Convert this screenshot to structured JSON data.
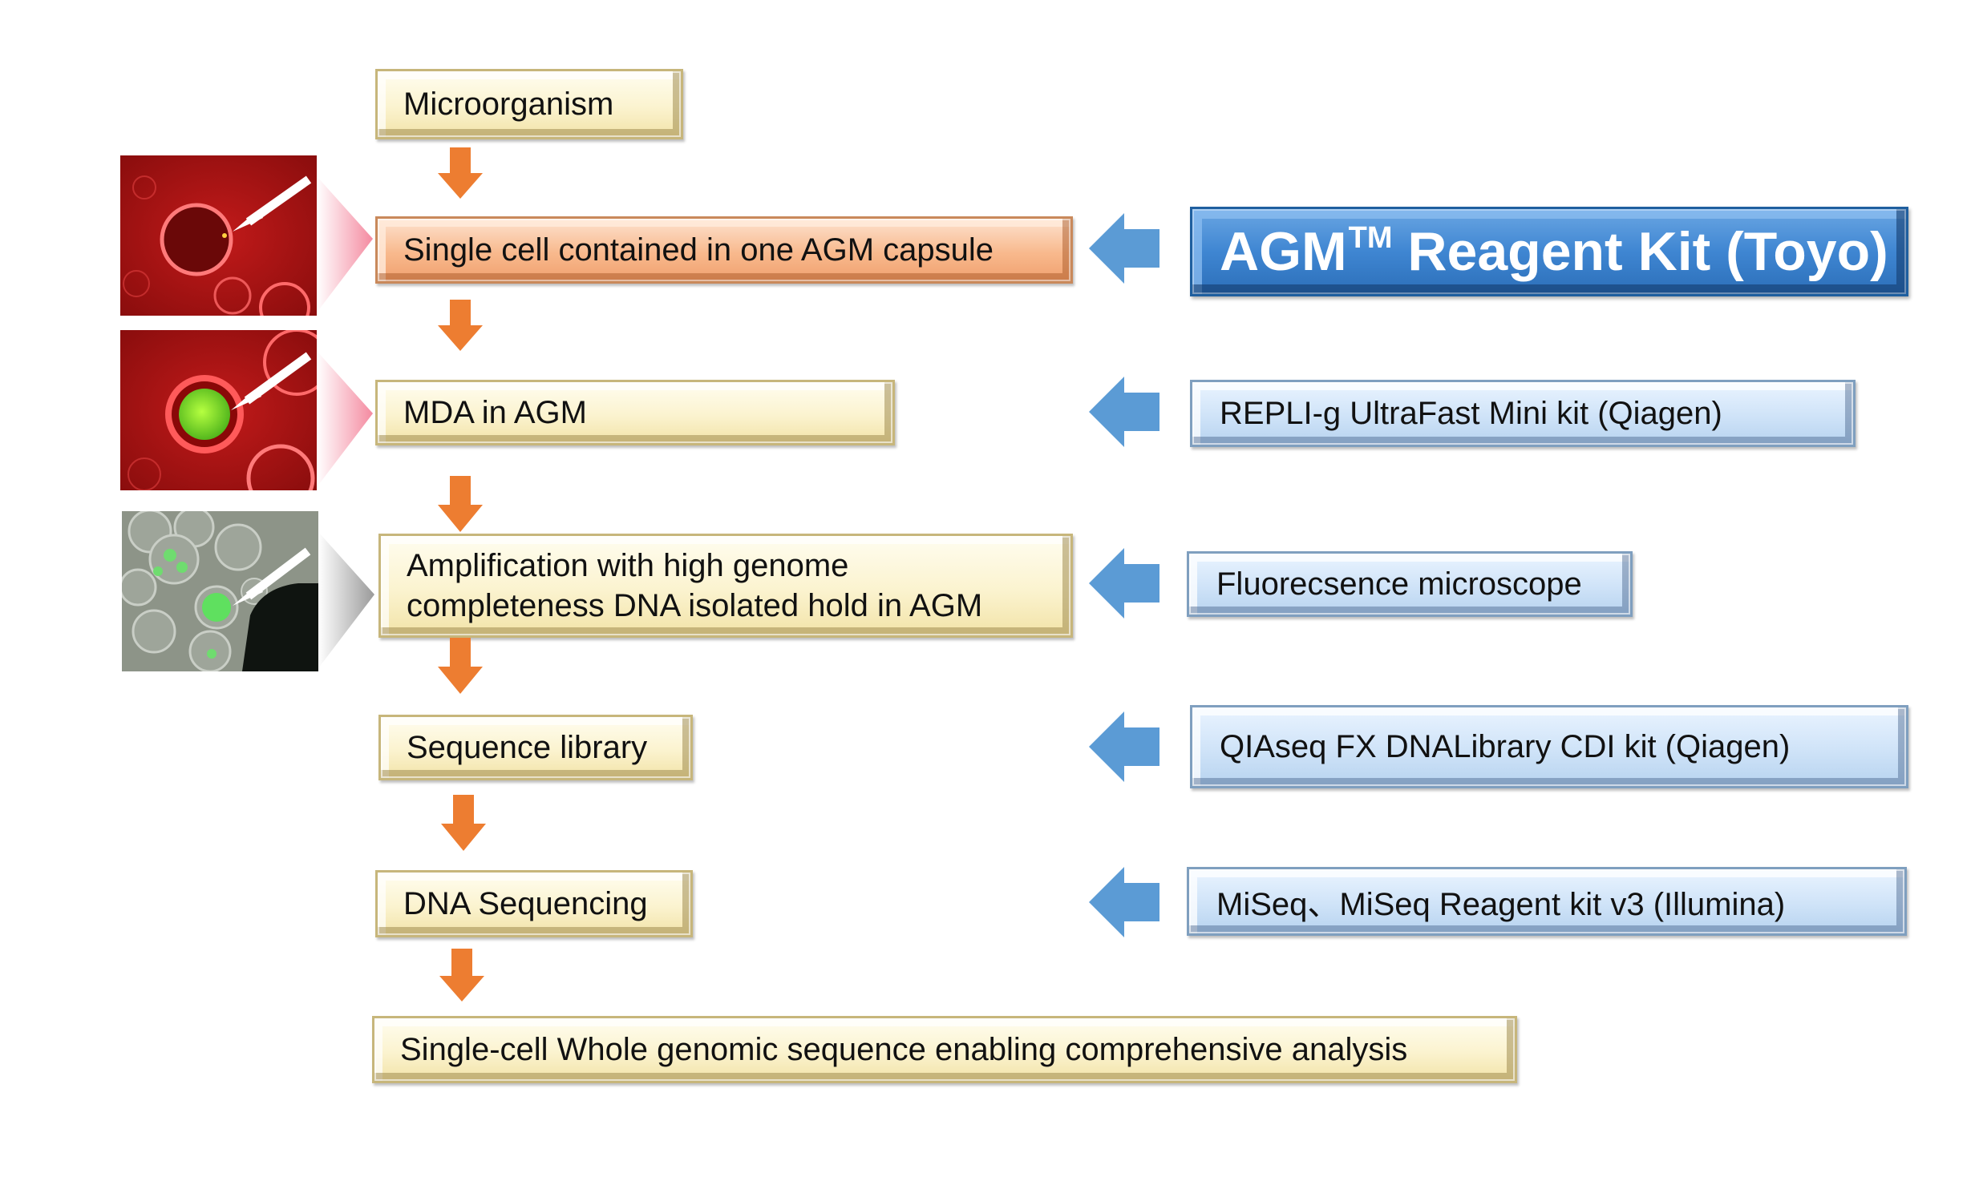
{
  "colors": {
    "flow_arrow": "#ed7d31",
    "kit_arrow": "#5b9bd5",
    "process_box": "#fbf3cf",
    "highlight_box": "#f8b98d",
    "kit_box": "#cfe3f8",
    "main_kit_box": "#3f86d2"
  },
  "steps": {
    "s1": "Microorganism",
    "s2": "Single cell contained in one AGM capsule",
    "s3": "MDA in AGM",
    "s4_line1": "Amplification with high genome",
    "s4_line2": "completeness DNA isolated hold in AGM",
    "s5": "Sequence library",
    "s6": "DNA Sequencing",
    "s7": "Single-cell Whole genomic sequence enabling comprehensive analysis"
  },
  "kits": {
    "k1_prefix": "AGM",
    "k1_sup": "TM",
    "k1_suffix": " Reagent Kit (Toyo)",
    "k2": "REPLI-g UltraFast Mini kit (Qiagen)",
    "k3": "Fluorecsence microscope",
    "k4": "QIAseq FX DNALibrary CDI kit (Qiagen)",
    "k5": "MiSeq、MiSeq Reagent kit v3 (Illumina)"
  },
  "images": [
    {
      "name": "capsule-single-cell-image"
    },
    {
      "name": "capsule-mda-image"
    },
    {
      "name": "capsule-isolation-image"
    }
  ]
}
